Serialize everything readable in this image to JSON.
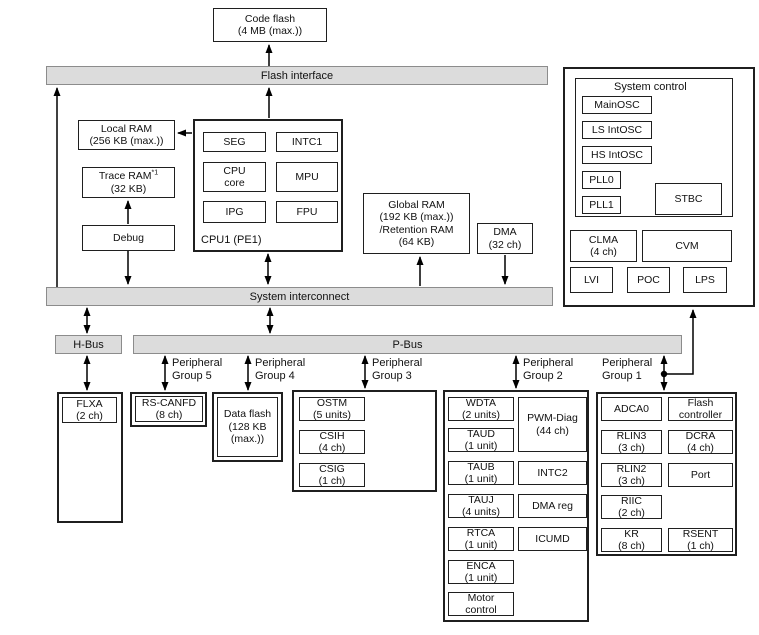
{
  "colors": {
    "bus_fill": "#dcdcdc",
    "bus_border": "#8c8c8c",
    "box_border": "#1f1f1f",
    "bg": "#ffffff",
    "text": "#111111"
  },
  "code_flash": {
    "l1": "Code flash",
    "l2": "(4 MB (max.))"
  },
  "buses": {
    "flash_interface": "Flash interface",
    "system_interconnect": "System interconnect",
    "h_bus": "H-Bus",
    "p_bus": "P-Bus"
  },
  "local_ram": {
    "l1": "Local RAM",
    "l2": "(256 KB (max.))"
  },
  "trace_ram": {
    "l1": "Trace RAM",
    "sup": "*1",
    "l2": "(32 KB)"
  },
  "debug": "Debug",
  "cpu1": {
    "title": "CPU1 (PE1)",
    "seg": "SEG",
    "intc1": "INTC1",
    "cpu_core_l1": "CPU",
    "cpu_core_l2": "core",
    "mpu": "MPU",
    "ipg": "IPG",
    "fpu": "FPU"
  },
  "global_ram": {
    "l1": "Global RAM",
    "l2": "(192 KB (max.))",
    "l3": "/Retention RAM",
    "l4": "(64 KB)"
  },
  "dma": {
    "l1": "DMA",
    "l2": "(32 ch)"
  },
  "system_control": {
    "title": "System control",
    "mainosc": "MainOSC",
    "ls_intosc": "LS IntOSC",
    "hs_intosc": "HS IntOSC",
    "pll0": "PLL0",
    "pll1": "PLL1",
    "stbc": "STBC",
    "clma": {
      "l1": "CLMA",
      "l2": "(4 ch)"
    },
    "cvm": "CVM",
    "lvi": "LVI",
    "poc": "POC",
    "lps": "LPS"
  },
  "group_labels": {
    "g5": {
      "l1": "Peripheral",
      "l2": "Group 5"
    },
    "g4": {
      "l1": "Peripheral",
      "l2": "Group 4"
    },
    "g3": {
      "l1": "Peripheral",
      "l2": "Group 3"
    },
    "g2": {
      "l1": "Peripheral",
      "l2": "Group 2"
    },
    "g1": {
      "l1": "Peripheral",
      "l2": "Group 1"
    }
  },
  "flxa": {
    "l1": "FLXA",
    "l2": "(2 ch)"
  },
  "rs_canfd": {
    "l1": "RS-CANFD",
    "l2": "(8 ch)"
  },
  "data_flash": {
    "l1": "Data flash",
    "l2": "(128 KB",
    "l3": "(max.))"
  },
  "group3": {
    "ostm": {
      "l1": "OSTM",
      "l2": "(5 units)"
    },
    "csih": {
      "l1": "CSIH",
      "l2": "(4 ch)"
    },
    "csig": {
      "l1": "CSIG",
      "l2": "(1 ch)"
    }
  },
  "group2": {
    "wdta": {
      "l1": "WDTA",
      "l2": "(2 units)"
    },
    "taud": {
      "l1": "TAUD",
      "l2": "(1 unit)"
    },
    "taub": {
      "l1": "TAUB",
      "l2": "(1 unit)"
    },
    "tauj": {
      "l1": "TAUJ",
      "l2": "(4 units)"
    },
    "rtca": {
      "l1": "RTCA",
      "l2": "(1 unit)"
    },
    "enca": {
      "l1": "ENCA",
      "l2": "(1 unit)"
    },
    "motor": {
      "l1": "Motor",
      "l2": "control"
    },
    "pwm_diag": {
      "l1": "PWM-Diag",
      "l2": "(44 ch)"
    },
    "intc2": "INTC2",
    "dma_reg": "DMA reg",
    "icumd": "ICUMD"
  },
  "group1": {
    "adca0": "ADCA0",
    "rlin3": {
      "l1": "RLIN3",
      "l2": "(3 ch)"
    },
    "rlin2": {
      "l1": "RLIN2",
      "l2": "(3 ch)"
    },
    "riic": {
      "l1": "RIIC",
      "l2": "(2 ch)"
    },
    "kr": {
      "l1": "KR",
      "l2": "(8 ch)"
    },
    "flash_controller": {
      "l1": "Flash",
      "l2": "controller"
    },
    "dcra": {
      "l1": "DCRA",
      "l2": "(4 ch)"
    },
    "port": "Port",
    "rsent": {
      "l1": "RSENT",
      "l2": "(1 ch)"
    }
  }
}
